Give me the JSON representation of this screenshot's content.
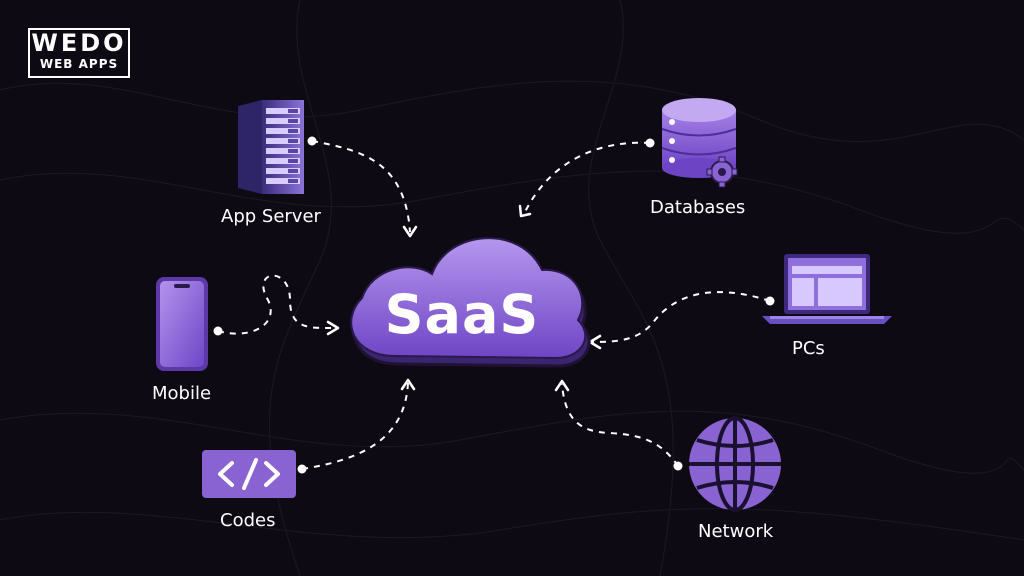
{
  "logo": {
    "line1": "WEDO",
    "line2": "WEB APPS"
  },
  "center": {
    "label": "SaaS"
  },
  "nodes": {
    "app_server": {
      "label": "App Server",
      "icon": "server-rack-icon"
    },
    "databases": {
      "label": "Databases",
      "icon": "database-icon"
    },
    "mobile": {
      "label": "Mobile",
      "icon": "smartphone-icon"
    },
    "pcs": {
      "label": "PCs",
      "icon": "laptop-icon"
    },
    "codes": {
      "label": "Codes",
      "icon": "code-icon"
    },
    "network": {
      "label": "Network",
      "icon": "globe-icon"
    }
  },
  "colors": {
    "background": "#0e0a14",
    "accent": "#8a63d2",
    "accent_light": "#b89ae8",
    "text": "#ffffff"
  }
}
